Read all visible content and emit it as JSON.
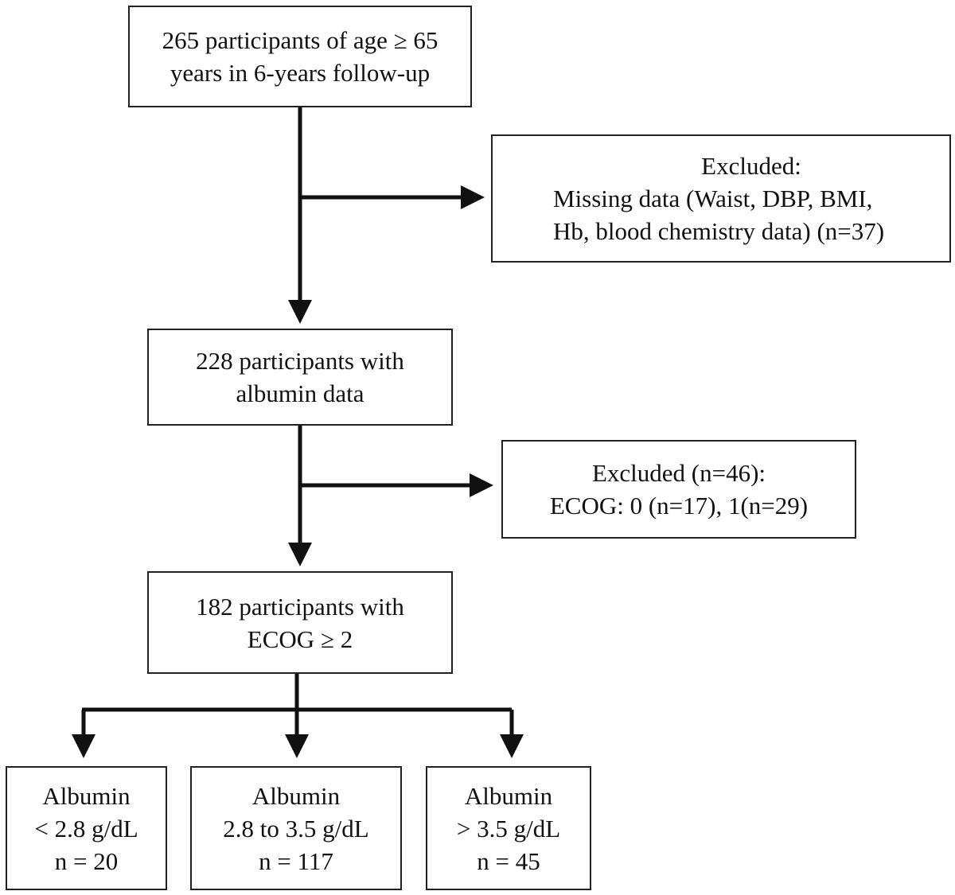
{
  "boxes": {
    "start": {
      "lines": [
        "265 participants of age ≥ 65",
        "years in 6-years follow-up"
      ]
    },
    "exclusion1": {
      "lines": [
        "Excluded:",
        "Missing data (Waist, DBP, BMI,",
        "Hb, blood chemistry data) (n=37)"
      ]
    },
    "albumin_data": {
      "lines": [
        "228 participants with",
        "albumin data"
      ]
    },
    "exclusion2": {
      "lines": [
        "Excluded (n=46):",
        "ECOG: 0 (n=17), 1(n=29)"
      ]
    },
    "ecog": {
      "lines": [
        "182 participants with",
        "ECOG ≥ 2"
      ]
    },
    "group_low": {
      "lines": [
        "Albumin",
        "< 2.8 g/dL",
        "n = 20"
      ]
    },
    "group_mid": {
      "lines": [
        "Albumin",
        "2.8 to 3.5 g/dL",
        "n = 117"
      ]
    },
    "group_high": {
      "lines": [
        "Albumin",
        "> 3.5 g/dL",
        "n = 45"
      ]
    }
  }
}
